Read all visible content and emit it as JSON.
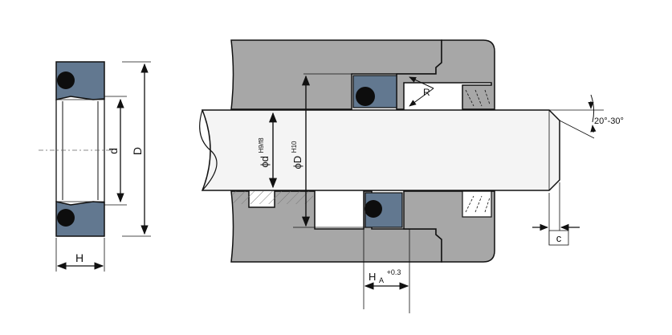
{
  "labels": {
    "d": "d",
    "D": "D",
    "H": "H",
    "R": "R",
    "angle": "20°-30°",
    "shaft_d": "ϕd",
    "shaft_d_tol": "H9/f8",
    "bore_D": "ϕD",
    "bore_D_tol": "H10",
    "c": "c",
    "HA_main": "H",
    "HA_sub": "A",
    "HA_tol": "+0.3"
  },
  "colors": {
    "housing": "#a7a7a7",
    "shaft": "#f4f4f4",
    "seal": "#627890",
    "oring": "#0d0d0d",
    "line": "#111111",
    "background": "#ffffff"
  }
}
